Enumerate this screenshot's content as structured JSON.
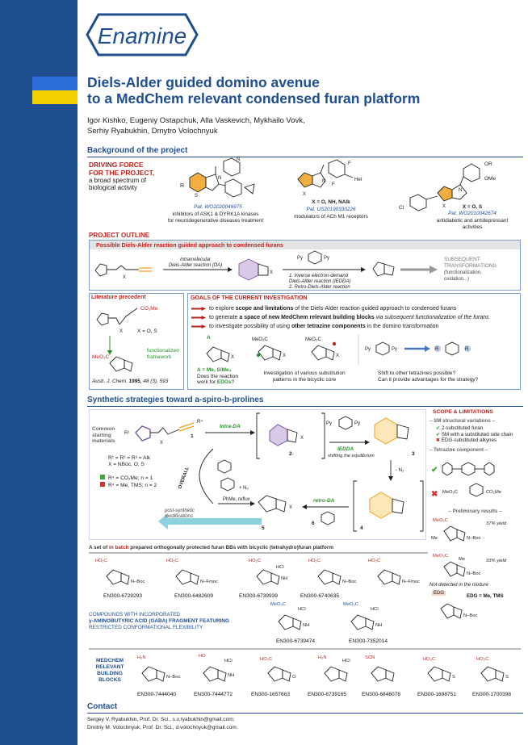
{
  "logo": {
    "text": "Enamine"
  },
  "title": {
    "line1": "Diels-Alder guided domino avenue",
    "line2": "to a MedChem relevant condensed furan platform"
  },
  "authors": {
    "line1": "Igor Kishko, Eugeniy Ostapchuk, Alla Vaskevich, Mykhailo Vovk,",
    "line2": "Serhiy Ryabukhin, Dmytro Volochnyuk"
  },
  "sections": {
    "background": "Background of the project",
    "synthetic": "Synthetic strategies toward a-spiro-b-prolines",
    "contact": "Contact"
  },
  "background": {
    "driving1": "DRIVING FORCE",
    "driving2": "FOR THE PROJECT,",
    "driving3": "a broad spectrum of",
    "driving4": "biological activity",
    "pat1": "Pat. WO2020046975",
    "pat1_desc1": "inhibitors of ASK1 & DYRK1A kinases",
    "pat1_desc2": "for neurodegenerative diseases treatment",
    "pat2": "Pat. US20190330226",
    "pat2_x": "X = O, NH, NAlk",
    "pat2_desc": "modulators of ACh M1 receptors",
    "pat3": "Pat. WO2010042674",
    "pat3_x": "X = O, S",
    "pat3_desc1": "antidiabetic and antidepressant",
    "pat3_desc2": "activities",
    "mol_r": "R",
    "mol_het": "Het",
    "mol_f": "F",
    "mol_or": "OR",
    "mol_ome": "OMe",
    "mol_cl": "Cl"
  },
  "outline": {
    "heading": "PROJECT OUTLINE",
    "approach": "Possible Diels-Alder reaction guided approach to condensed furans",
    "intra1": "Intramolecular",
    "intra2": "Diels-Alder reaction (DA)",
    "step1a": "1. Inverse electron-demand",
    "step1b": "Diels-Alder reaction (IEDDA)",
    "step2": "2. Retro-Diels-Alder reaction",
    "subsequent1": "SUBSEQUENT",
    "subsequent2": "TRANSFORMATIONS",
    "subsequent3": "(functionalization,",
    "subsequent4": "oxidation...)",
    "py": "Py",
    "x": "X"
  },
  "literature": {
    "heading": "Literature precedent",
    "co2me": "CO₂Me",
    "xos": "X = O, S",
    "meo2c": "MeO₂C",
    "functionalized1": "functionalized",
    "functionalized2": "framework",
    "ref_journal": "Austr. J. Chem.",
    "ref_year": "1995",
    "ref_vol": ", 48 (3), 593"
  },
  "goals": {
    "heading": "GOALS OF THE CURRENT INVESTIGATION",
    "g1_pre": "to explore ",
    "g1_bold": "scope and limitations",
    "g1_post": " of the Diels-Alder reaction guided approach to condensed furans",
    "g2_pre": "to generate ",
    "g2_bold": "a space of new MedChem relevant building blocks",
    "g2_post": " via subsequent functionalization of the furans",
    "g3_pre": "to investigate possibility of using ",
    "g3_bold": "other tetrazine components",
    "g3_post": " in the domino transformation",
    "a_label": "A",
    "a_def1": "A = Me, SiMe₃",
    "a_def2": "Does the reaction",
    "a_def3_pre": "work for ",
    "a_def3_bold": "EDGs",
    "a_def3_post": "?",
    "sub1": "Investigation of various substitution",
    "sub2": "patterns in the bicyclic core",
    "shift1": "Shift to other tetrazines possible?",
    "shift2": "Can it provide advantages for the strategy?",
    "meo2c": "MeO₂C",
    "r": "R"
  },
  "synthetic": {
    "common1": "Common",
    "common2": "starting",
    "common3": "materials",
    "r_def1": "R¹ = R² = R³ = Alk",
    "r_def2": "X = NBoc, O, S",
    "r4_def1": "R⁴ = CO₂Me; n = 1",
    "r4_def2": "R⁴ = Me, TMS; n = 2",
    "intra_da": "Intra-DA",
    "iedda": "IEDDA",
    "shifting": "shifting the equilibrium",
    "retro_da": "retro-DA",
    "minus_n2": "- N₂",
    "plus_n2": "+ N₂",
    "overall": "OVERALL",
    "phme": "PhMe, reflux",
    "post1": "post-synthetic",
    "post2": "modifications",
    "num1": "1",
    "num2": "2",
    "num3": "3",
    "num4": "4",
    "num5": "5",
    "num6": "6"
  },
  "scope": {
    "heading": "SCOPE & LIMITATIONS",
    "sm_head": "SM structural variations",
    "sm1": "2-substituted furan",
    "sm2": "SM with a substituted side chain",
    "sm3": "EDG-substituted alkynes",
    "tz_head": "Tetrazine component",
    "prelim_head": "Preliminary results",
    "yield1": "37% yield",
    "yield2": "33% yield",
    "not_detected": "Not detected in the mixture",
    "edg": "EDG",
    "edg_def": "EDG = Me, TMS",
    "meo2c": "MeO₂C",
    "co2me": "CO₂Me",
    "me": "Me",
    "n_boc": "N–Boc"
  },
  "batch": {
    "heading_pre": "A set of ",
    "heading_red": "in batch",
    "heading_post": " prepared orthogonally protected furan BBs with bicyclic (tetrahydro)furan platform",
    "codes": [
      "EN300-6729293",
      "EN300-6482609",
      "EN300-6739939",
      "EN300-6740635"
    ],
    "gaba1": "COMPOUNDS WITH INCORPORATED",
    "gaba2": "γ-AMINOBUTYRIC ACID (GABA) FRAGMENT FEATURING",
    "gaba3": "RESTRICTED CONFORMATIONAL FLEXIBILITY",
    "gaba_codes": [
      "EN300-6739474",
      "EN300-7352014"
    ],
    "ho2c": "HO₂C",
    "boc": "N–Boc",
    "fmoc": "N–Fmoc",
    "nh": "NH",
    "hcl": "HCl",
    "meo2c": "MeO₂C"
  },
  "medchem": {
    "label1": "MEDCHEM",
    "label2": "RELEVANT",
    "label3": "BUILDING",
    "label4": "BLOCKS",
    "codes": [
      "EN300-7444040",
      "EN300-7444772",
      "EN300-1657663",
      "EN300-6739165",
      "EN300-6846078",
      "EN300-1698751",
      "EN300-1700398"
    ],
    "h2n": "H₂N",
    "ho": "HO",
    "scn": "SCN",
    "ho2c": "HO₂C",
    "s": "S",
    "o": "O"
  },
  "contact": {
    "line1": "Sergey V. Ryabukhin, Prof. Dr. Sci., s.v.ryabukhin@gmail.com;",
    "line2": "Dmitriy M. Volochnyuk, Prof. Dr. Sci., d.volochnyuk@gmail.com."
  },
  "colors": {
    "brand_blue": "#1f4e91",
    "accent_red": "#c0231e",
    "orange": "#f0a020",
    "flag_blue": "#2a6fdb",
    "flag_yellow": "#f5d000"
  }
}
